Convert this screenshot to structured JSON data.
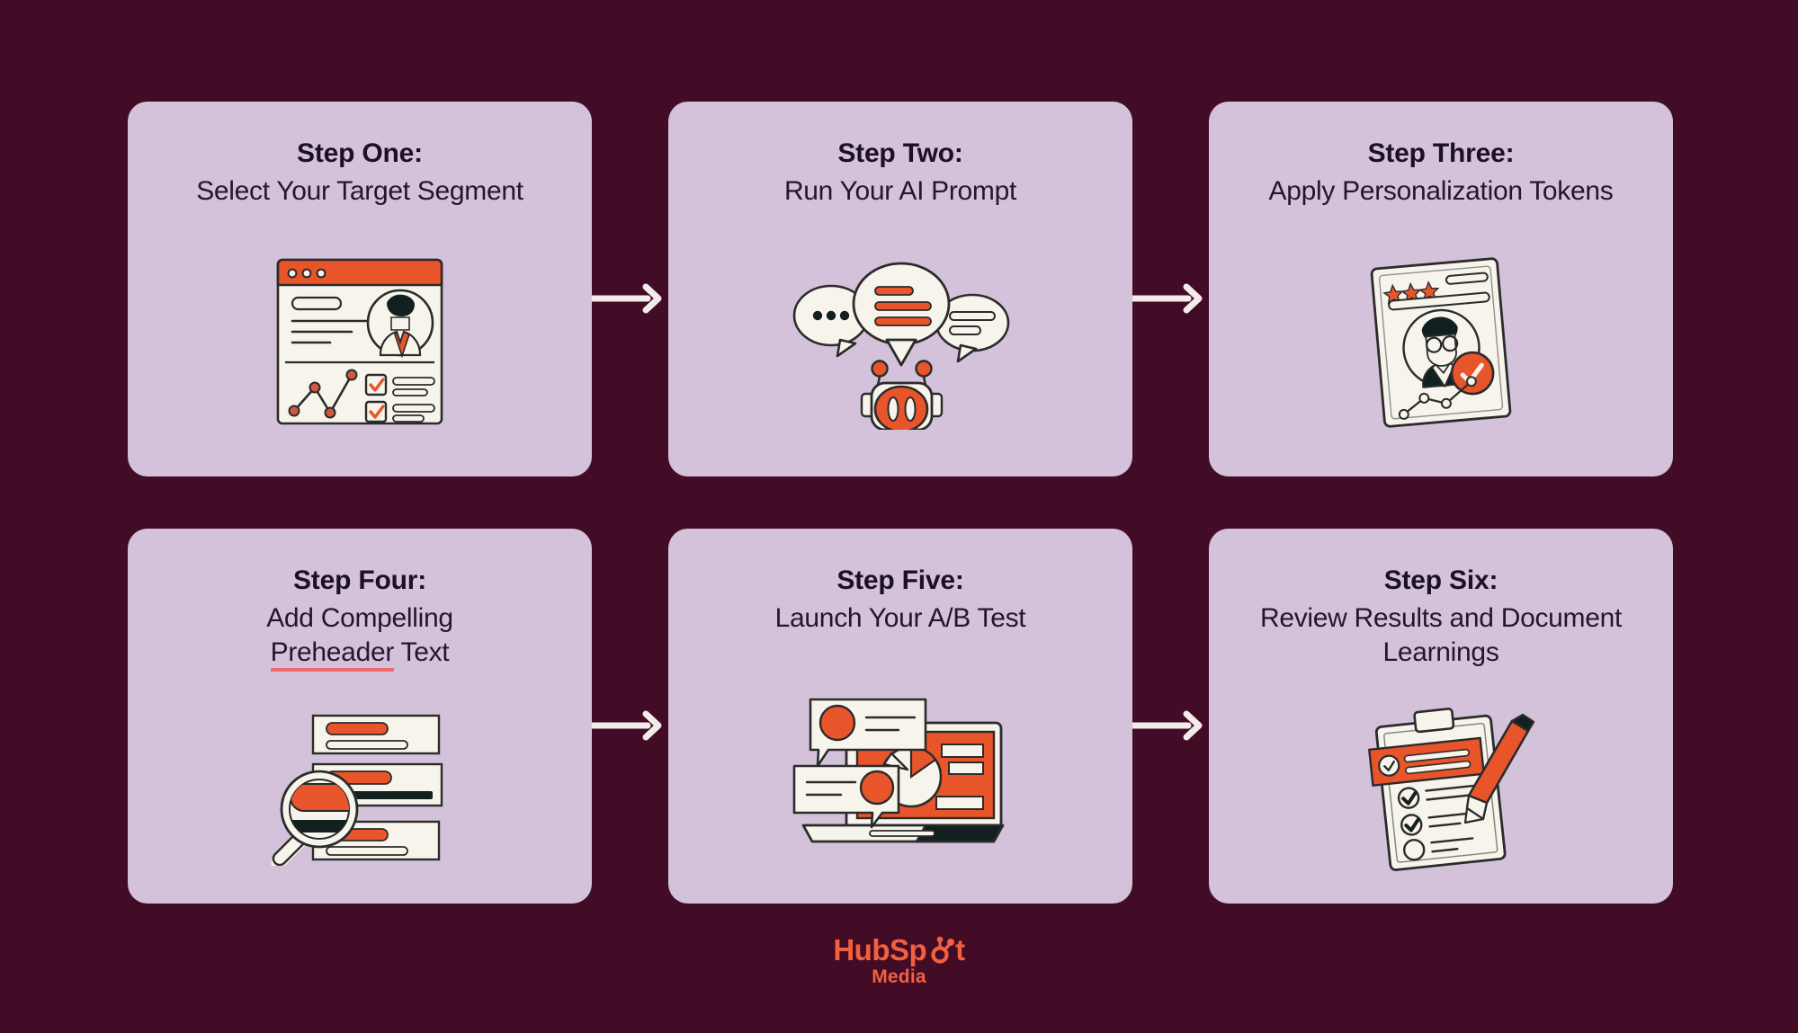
{
  "theme": {
    "background": "#420c26",
    "card_background": "#d3c2da",
    "accent_orange": "#e8552a",
    "text_dark": "#1c1024",
    "arrow_color": "#f4ece9",
    "underline_red": "#f06a6a",
    "logo_color": "#f2613f"
  },
  "steps": [
    {
      "title": "Step One:",
      "subtitle": "Select Your Target Segment",
      "icon": "browser-dashboard-icon"
    },
    {
      "title": "Step Two:",
      "subtitle": "Run Your AI Prompt",
      "icon": "chatbot-speech-bubbles-icon"
    },
    {
      "title": "Step Three:",
      "subtitle": "Apply Personalization Tokens",
      "icon": "contact-profile-card-icon"
    },
    {
      "title": "Step Four:",
      "subtitle_parts": [
        {
          "text": "Add Compelling",
          "underline": false
        },
        {
          "text": "Preheader",
          "underline": true
        },
        {
          "text": " Text",
          "underline": false
        }
      ],
      "subtitle": "Add Compelling Preheader Text",
      "icon": "magnifier-email-list-icon"
    },
    {
      "title": "Step Five:",
      "subtitle": "Launch Your A/B Test",
      "icon": "laptop-analytics-icon"
    },
    {
      "title": "Step Six:",
      "subtitle": "Review Results and Document Learnings",
      "icon": "clipboard-checklist-pencil-icon"
    }
  ],
  "connectors": [
    {
      "name": "arrow-step-one-to-two",
      "direction": "right"
    },
    {
      "name": "arrow-step-two-to-three",
      "direction": "right"
    },
    {
      "name": "arrow-step-four-to-five",
      "direction": "right"
    },
    {
      "name": "arrow-step-five-to-six",
      "direction": "right"
    }
  ],
  "footer": {
    "brand_pre": "HubSp",
    "brand_post": "t",
    "brand_full": "HubSpot",
    "sub": "Media"
  }
}
